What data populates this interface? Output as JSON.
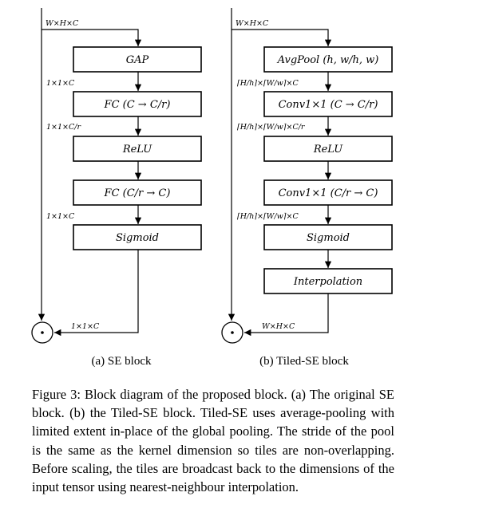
{
  "diagram_a": {
    "input_dim": "W×H×C",
    "blocks": [
      "GAP",
      "FC (C → C/r)",
      "ReLU",
      "FC (C/r → C)",
      "Sigmoid"
    ],
    "dims": [
      "1×1×C",
      "1×1×C/r",
      "1×1×C"
    ],
    "output_dim": "1×1×C",
    "caption": "(a) SE block"
  },
  "diagram_b": {
    "input_dim": "W×H×C",
    "blocks": [
      "AvgPool (h, w/h, w)",
      "Conv1×1 (C → C/r)",
      "ReLU",
      "Conv1×1 (C/r → C)",
      "Sigmoid",
      "Interpolation"
    ],
    "dims": [
      "⌈H/h⌉×⌈W/w⌉×C",
      "⌈H/h⌉×⌈W/w⌉×C/r",
      "⌈H/h⌉×⌈W/w⌉×C"
    ],
    "output_dim": "W×H×C",
    "caption": "(b) Tiled-SE block"
  },
  "figure_caption": "Figure 3: Block diagram of the proposed block. (a) The original SE block. (b) the Tiled-SE block. Tiled-SE uses average-pooling with limited extent in-place of the global pooling. The stride of the pool is the same as the kernel dimension so tiles are non-overlapping. Before scaling, the tiles are broadcast back to the dimensions of the input tensor using nearest-neighbour interpolation."
}
